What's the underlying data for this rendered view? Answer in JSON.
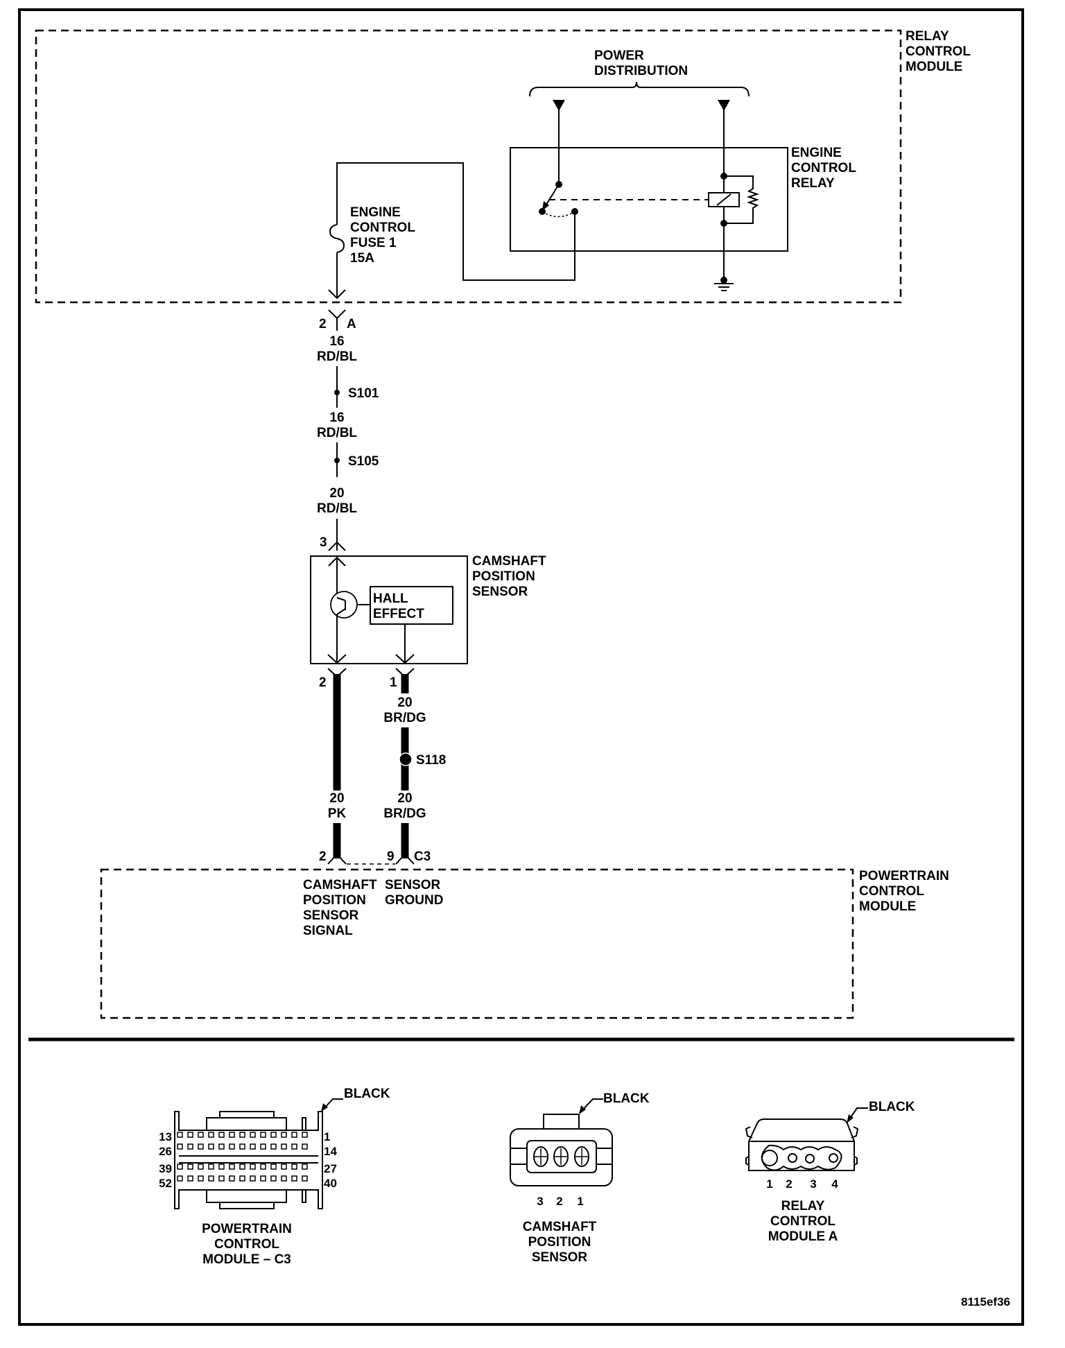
{
  "modules": {
    "relay_control_module": {
      "label": [
        "RELAY",
        "CONTROL",
        "MODULE"
      ]
    },
    "power_distribution": {
      "label": [
        "POWER",
        "DISTRIBUTION"
      ]
    },
    "engine_control_relay": {
      "label": [
        "ENGINE",
        "CONTROL",
        "RELAY"
      ]
    },
    "fuse": {
      "label": [
        "ENGINE",
        "CONTROL",
        "FUSE 1",
        "15A"
      ]
    },
    "camshaft_position_sensor": {
      "label": [
        "CAMSHAFT",
        "POSITION",
        "SENSOR"
      ],
      "hall_effect": [
        "HALL",
        "EFFECT"
      ]
    },
    "powertrain_control_module": {
      "label": [
        "POWERTRAIN",
        "CONTROL",
        "MODULE"
      ]
    }
  },
  "connectors": {
    "relay_out": {
      "pin": "2",
      "cavity": "A"
    },
    "cmp_power": {
      "pin": "3"
    },
    "cmp_signal": {
      "pin": "2"
    },
    "cmp_ground": {
      "pin": "1"
    },
    "pcm_signal": {
      "pin": "2"
    },
    "pcm_ground": {
      "pin": "9",
      "connector": "C3"
    }
  },
  "wires": [
    {
      "gauge": "16",
      "color": "RD/BL"
    },
    {
      "gauge": "16",
      "color": "RD/BL"
    },
    {
      "gauge": "20",
      "color": "RD/BL"
    },
    {
      "gauge": "20",
      "color": "BR/DG"
    },
    {
      "gauge": "20",
      "color": "PK"
    },
    {
      "gauge": "20",
      "color": "BR/DG"
    }
  ],
  "splices": [
    "S101",
    "S105",
    "S118"
  ],
  "pcm_circuits": {
    "signal": [
      "CAMSHAFT",
      "POSITION",
      "SENSOR",
      "SIGNAL"
    ],
    "ground": [
      "SENSOR",
      "GROUND"
    ]
  },
  "connector_views": [
    {
      "name": [
        "POWERTRAIN",
        "CONTROL",
        "MODULE – C3"
      ],
      "color": "BLACK",
      "pin_labels_left": [
        "13",
        "26",
        "39",
        "52"
      ],
      "pin_labels_right": [
        "1",
        "14",
        "27",
        "40"
      ]
    },
    {
      "name": [
        "CAMSHAFT",
        "POSITION",
        "SENSOR"
      ],
      "color": "BLACK",
      "pin_labels": [
        "3",
        "2",
        "1"
      ]
    },
    {
      "name": [
        "RELAY",
        "CONTROL",
        "MODULE A"
      ],
      "color": "BLACK",
      "pin_labels": [
        "1",
        "2",
        "3",
        "4"
      ]
    }
  ],
  "figure_id": "8115ef36"
}
